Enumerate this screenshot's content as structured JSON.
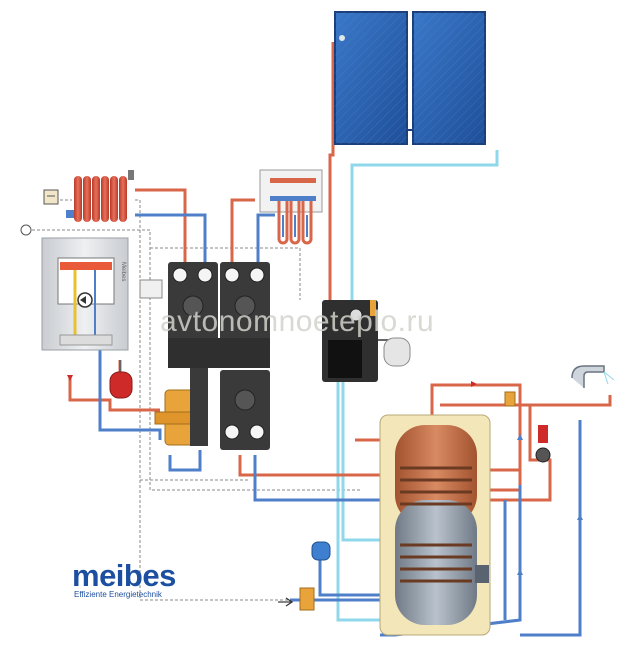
{
  "watermark": "avtonomnoeteplo.ru",
  "brand": {
    "name": "meibes",
    "tagline": "Effiziente Energietechnik"
  },
  "boiler": {
    "label": "Meibes"
  },
  "colors": {
    "hot_pipe": "#d8674a",
    "cold_pipe": "#4f7fc8",
    "solar_fluid": "#8fd8ec",
    "tank_body": "#b8653f",
    "collector": "#2c63b0",
    "expansion_vessel": "#cf2a2a",
    "brand": "#1c4fa0"
  }
}
